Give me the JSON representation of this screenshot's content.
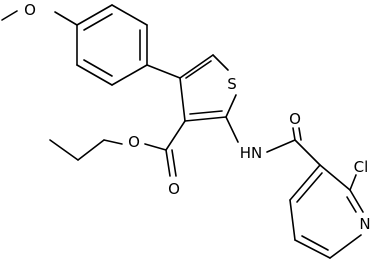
{
  "molecule": {
    "atoms": {
      "methoxy_O": "O",
      "ring_S": "S",
      "ester_O_carbonyl": "O",
      "ester_O_single": "O",
      "amide_O": "O",
      "amide_NH": "HN",
      "chloro": "Cl",
      "pyridine_N": "N"
    }
  }
}
